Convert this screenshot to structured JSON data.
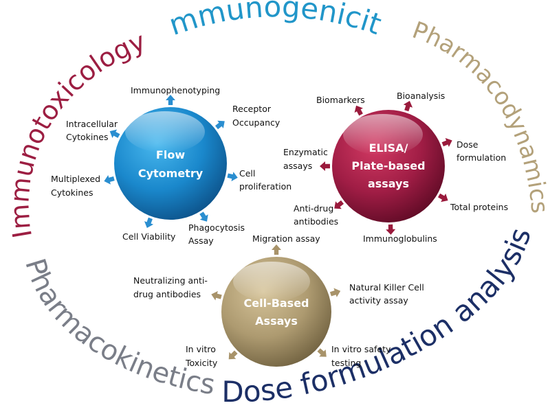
{
  "colors": {
    "immunogenicity": "#2196c9",
    "pharmacodynamics": "#b3a17a",
    "dose_formulation": "#1c2f66",
    "pharmacokinetics": "#7a7e88",
    "immunotoxicology": "#9c1e42",
    "flow_arrow": "#2a8ed0",
    "elisa_arrow": "#9a1a3c",
    "cell_arrow": "#a8936a"
  },
  "ring": {
    "immunogenicity": "Immunogenicity",
    "pharmacodynamics": "Pharmacodynamics",
    "dose_formulation": "Dose formulation analysis",
    "pharmacokinetics": "Pharmacokinetics",
    "immunotoxicology": "Immunotoxicology"
  },
  "flow": {
    "title_lines": [
      "Flow",
      "Cytometry"
    ],
    "labels": {
      "immunophenotyping": "Immunophenotyping",
      "receptor": [
        "Receptor",
        "Occupancy"
      ],
      "intracellular": [
        "Intracellular",
        "Cytokines"
      ],
      "multiplexed": [
        "Multiplexed",
        "Cytokines"
      ],
      "cell_prolif": [
        "Cell",
        "proliferation"
      ],
      "cell_viability": "Cell Viability",
      "phagocytosis": [
        "Phagocytosis",
        "Assay"
      ]
    }
  },
  "elisa": {
    "title_lines": [
      "ELISA/",
      "Plate-based",
      "assays"
    ],
    "labels": {
      "biomarkers": "Biomarkers",
      "bioanalysis": "Bioanalysis",
      "dose": [
        "Dose",
        "formulation"
      ],
      "enzymatic": [
        "Enzymatic",
        "assays"
      ],
      "total_proteins": "Total proteins",
      "anti_drug": [
        "Anti-drug",
        "antibodies"
      ],
      "immunoglobulins": "Immunoglobulins"
    }
  },
  "cell": {
    "title_lines": [
      "Cell-Based",
      "Assays"
    ],
    "labels": {
      "migration": "Migration assay",
      "neutralizing": [
        "Neutralizing anti-",
        "drug antibodies"
      ],
      "nk": [
        "Natural Killer Cell",
        "activity assay"
      ],
      "in_vitro_tox": [
        "In vitro",
        "Toxicity"
      ],
      "in_vitro_safety": [
        "In vitro safety",
        "testing"
      ]
    }
  }
}
